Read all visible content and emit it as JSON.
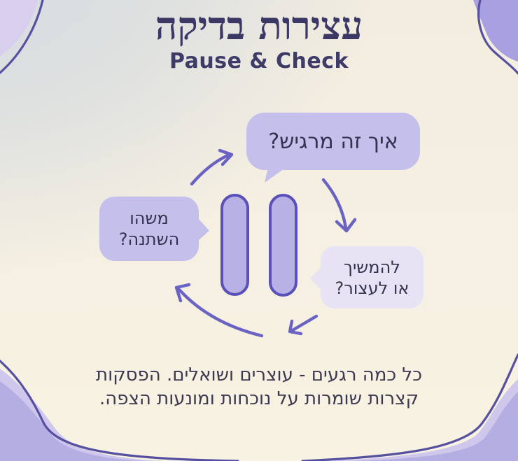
{
  "header": {
    "title": "עצירות בדיקה",
    "subtitle": "Pause & Check"
  },
  "diagram": {
    "center_icon": "pause-icon",
    "bubbles": {
      "top": "איך זה מרגיש?",
      "left": "משהו\nהשתנה?",
      "bottom_right": "להמשיך\nאו לעצור?"
    }
  },
  "footer": {
    "text": "כל כמה רגעים - עוצרים ושואלים. הפסקות\nקצרות שומרות על נוכחות ומונעות הצפה."
  },
  "colors": {
    "ink": "#3c3866",
    "bubble_fill": "#c4bfeb",
    "bubble_fill_light": "#e7e3f5",
    "bubble_text": "#35324f",
    "pause_fill": "#b7b1e6",
    "pause_border": "#5950b9",
    "arrow": "#6b63c4",
    "corner_light": "#d8cfee",
    "corner_medium": "#a9a0e1",
    "corner_bottom": "#b5aee3",
    "corner_halo": "#cfc8ec",
    "outline": "#55509f",
    "bg_cool": "#d3dae2",
    "bg_cream": "#f6f0e2"
  }
}
